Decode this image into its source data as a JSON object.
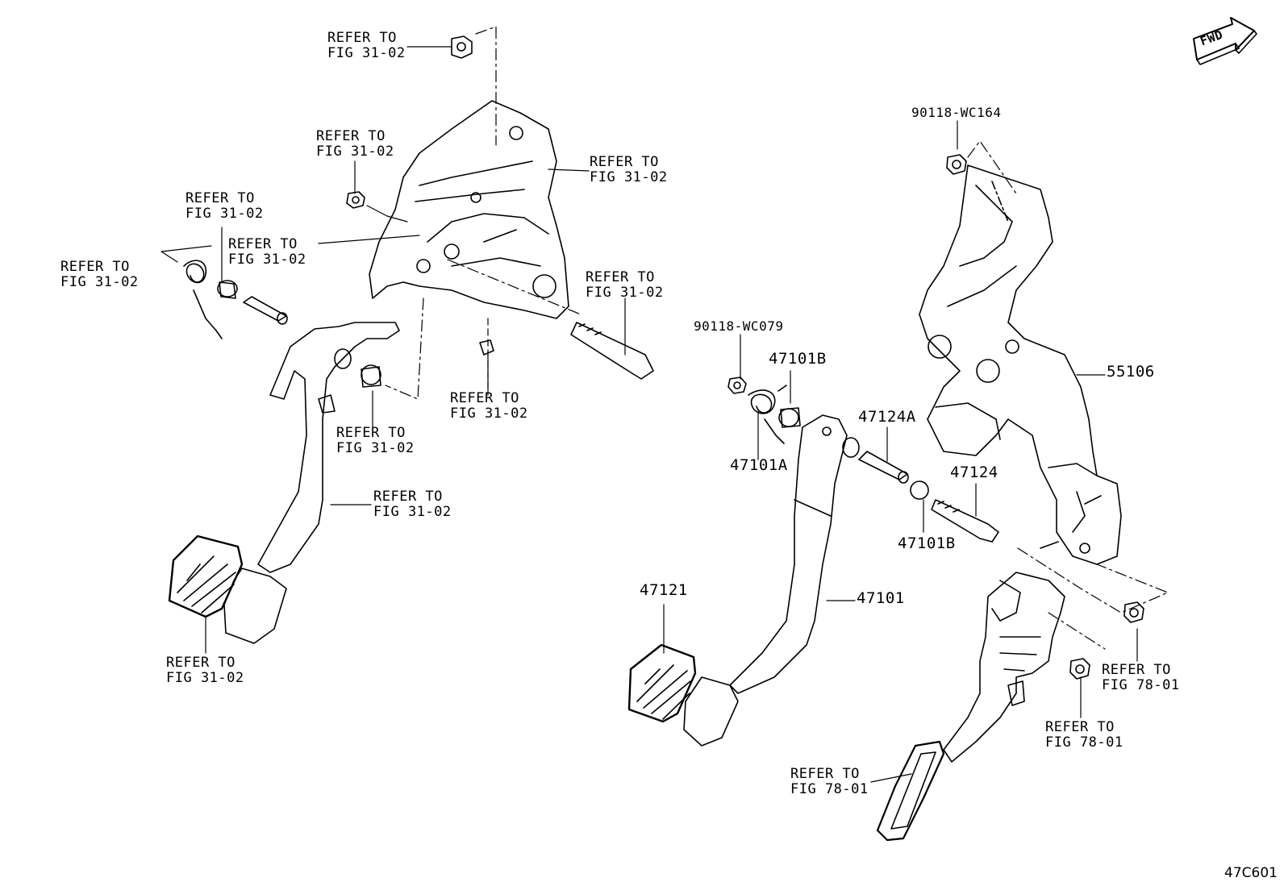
{
  "fwd_label": "FWD",
  "figure_id": "47C601",
  "refs": {
    "r1": [
      "REFER TO",
      "FIG 31-02"
    ],
    "r2": [
      "REFER TO",
      "FIG 31-02"
    ],
    "r3": [
      "REFER TO",
      "FIG 31-02"
    ],
    "r4": [
      "REFER TO",
      "FIG 31-02"
    ],
    "r5": [
      "REFER TO",
      "FIG 31-02"
    ],
    "r6": [
      "REFER TO",
      "FIG 31-02"
    ],
    "r7": [
      "REFER TO",
      "FIG 31-02"
    ],
    "r8": [
      "REFER TO",
      "FIG 31-02"
    ],
    "r9": [
      "REFER TO",
      "FIG 31-02"
    ],
    "r10": [
      "REFER TO",
      "FIG 31-02"
    ],
    "r11": [
      "REFER TO",
      "FIG 31-02"
    ],
    "r12": [
      "REFER TO",
      "FIG 78-01"
    ],
    "r13": [
      "REFER TO",
      "FIG 78-01"
    ],
    "r14": [
      "REFER TO",
      "FIG 78-01"
    ]
  },
  "parts": {
    "p_90118_wc164": "90118-WC164",
    "p_90118_wc079": "90118-WC079",
    "p_47101b_top": "47101B",
    "p_47101a": "47101A",
    "p_47124a": "47124A",
    "p_47124": "47124",
    "p_47101b_bot": "47101B",
    "p_55106": "55106",
    "p_47121": "47121",
    "p_47101": "47101"
  }
}
